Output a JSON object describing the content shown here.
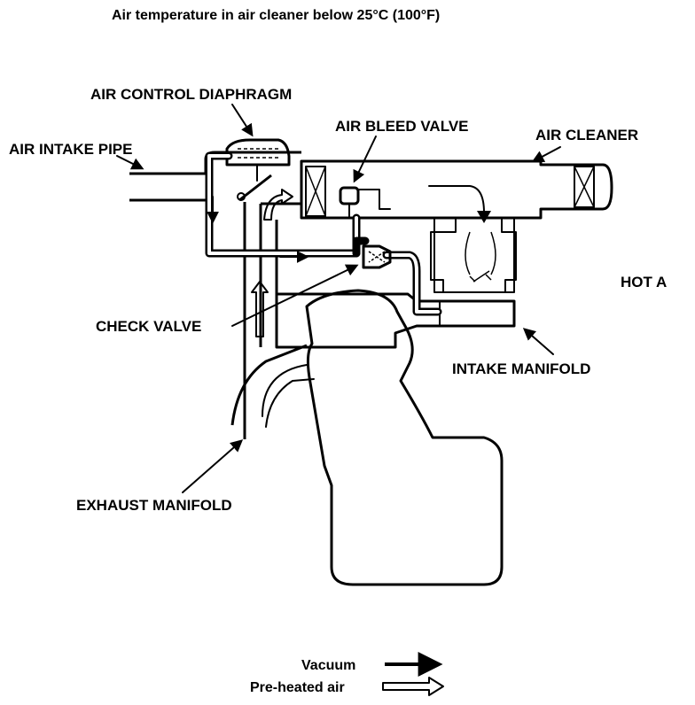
{
  "title": "Air temperature in air cleaner below 25°C (100°F)",
  "labels": {
    "air_control_diaphragm": "AIR CONTROL DIAPHRAGM",
    "air_intake_pipe": "AIR INTAKE PIPE",
    "air_bleed_valve": "AIR BLEED VALVE",
    "air_cleaner": "AIR CLEANER",
    "hot_air": "HOT A",
    "check_valve": "CHECK VALVE",
    "intake_manifold": "INTAKE MANIFOLD",
    "exhaust_manifold": "EXHAUST MANIFOLD"
  },
  "legend": {
    "vacuum": "Vacuum",
    "preheated_air": "Pre-heated air"
  }
}
